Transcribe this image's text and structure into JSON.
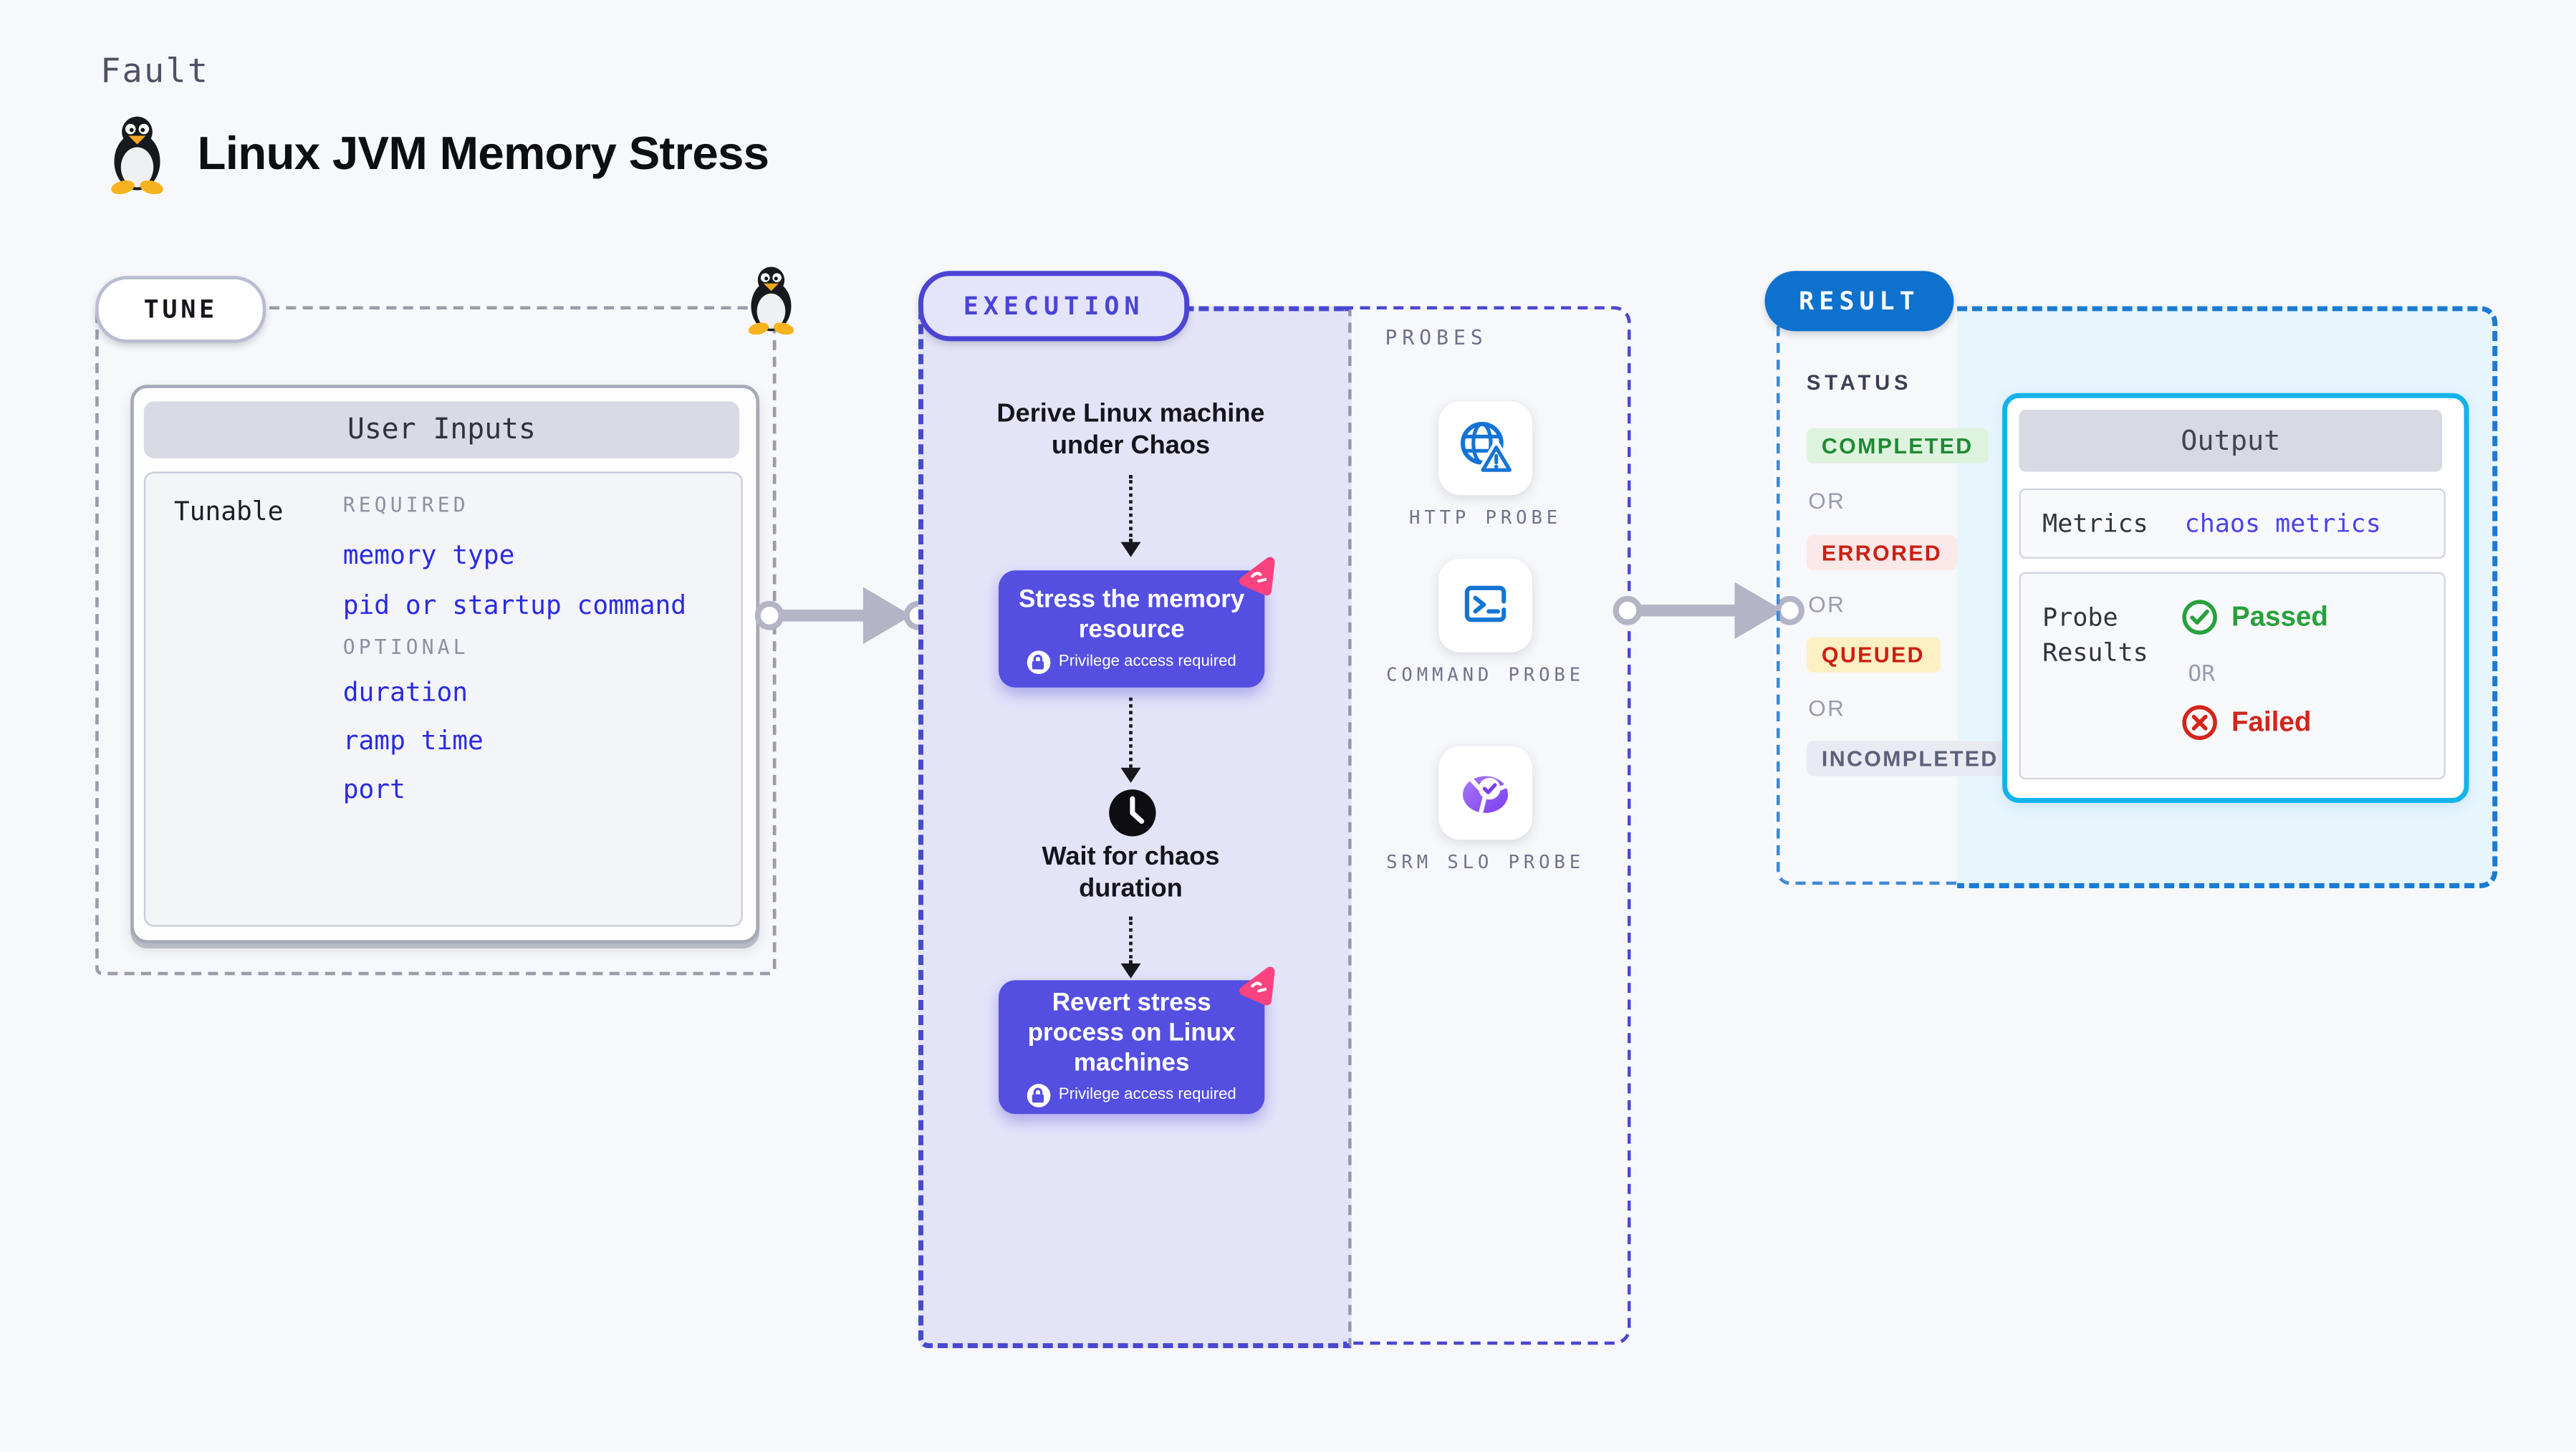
{
  "header": {
    "kicker": "Fault",
    "title": "Linux JVM Memory Stress"
  },
  "tune": {
    "pill": "TUNE",
    "card_title": "User Inputs",
    "row_label": "Tunable",
    "required_label": "REQUIRED",
    "required_items": [
      "memory type",
      "pid or startup command"
    ],
    "optional_label": "OPTIONAL",
    "optional_items": [
      "duration",
      "ramp time",
      "port"
    ]
  },
  "execution": {
    "pill": "EXECUTION",
    "derive_step": "Derive Linux machine under Chaos",
    "stress_step": "Stress the memory resource",
    "wait_step": "Wait for chaos duration",
    "revert_step": "Revert stress process on Linux machines",
    "privilege_note": "Privilege access required"
  },
  "probes": {
    "label": "PROBES",
    "items": [
      {
        "name": "HTTP PROBE",
        "icon": "globe-alert-icon"
      },
      {
        "name": "COMMAND PROBE",
        "icon": "terminal-icon"
      },
      {
        "name": "SRM SLO PROBE",
        "icon": "slo-donut-icon"
      }
    ]
  },
  "result": {
    "pill": "RESULT",
    "status_label": "STATUS",
    "or_label": "OR",
    "statuses": [
      {
        "text": "COMPLETED",
        "bg": "#def3de",
        "color": "#1f8a34"
      },
      {
        "text": "ERRORED",
        "bg": "#fbe8e8",
        "color": "#cc1f14"
      },
      {
        "text": "QUEUED",
        "bg": "#fdf0c2",
        "color": "#cc1f14"
      },
      {
        "text": "INCOMPLETED",
        "bg": "#e9eaf2",
        "color": "#5d6179"
      }
    ],
    "output": {
      "title": "Output",
      "metrics_label": "Metrics",
      "metrics_link": "chaos metrics",
      "probe_results_label": "Probe Results",
      "passed_label": "Passed",
      "or_label": "OR",
      "failed_label": "Failed"
    }
  },
  "colors": {
    "page_bg": "#f7f8fb",
    "accent_indigo": "#4a47d0",
    "node_indigo": "#544fe0",
    "execution_bg": "#e4e4f9",
    "result_blue": "#0e71cd",
    "result_panel_bg": "#e7f5fd",
    "output_border": "#14b4ea",
    "link_blue": "#2a2ae2",
    "passed_green": "#28a13c",
    "failed_red": "#d2261a",
    "chaos_pink": "#f9437f",
    "probe_icon_blue": "#1474d4",
    "slo_purple": "#8a4cf0"
  }
}
